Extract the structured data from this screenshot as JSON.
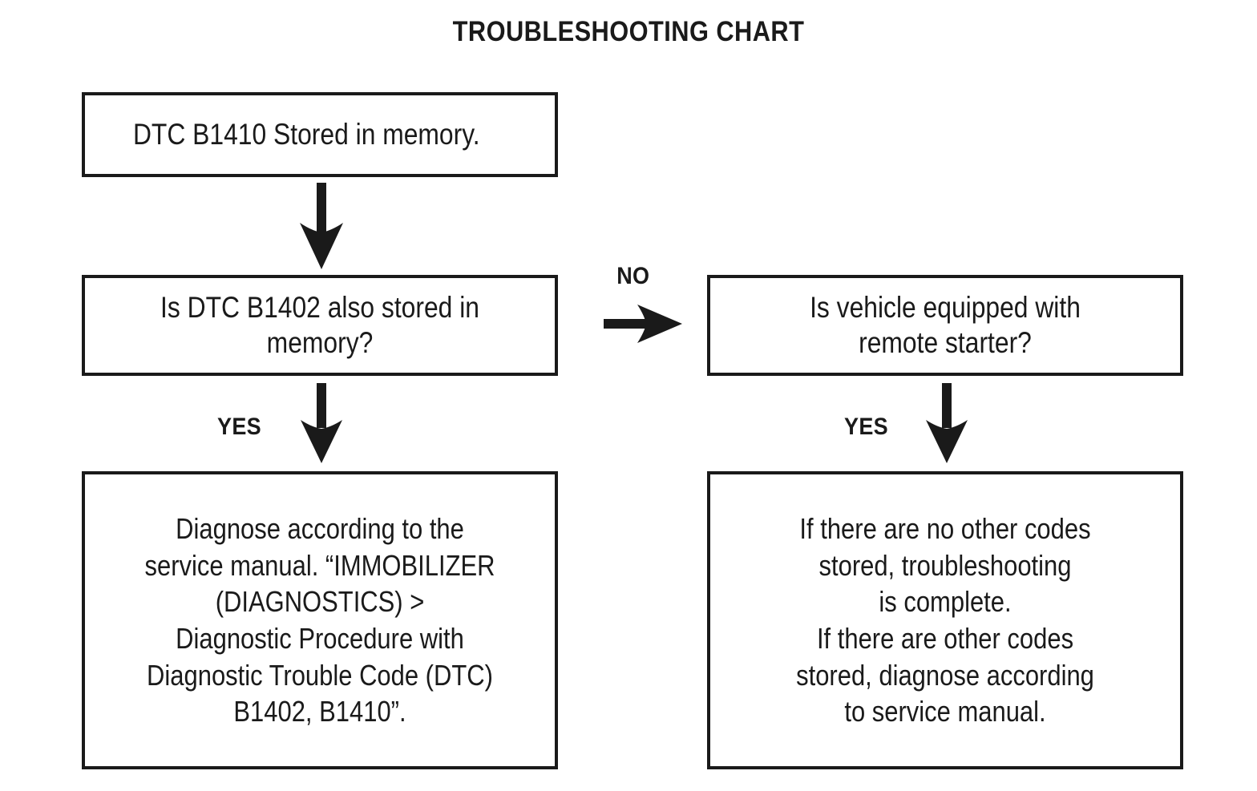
{
  "chart_data": {
    "type": "diagram",
    "diagram_kind": "flowchart",
    "title": "TROUBLESHOOTING CHART",
    "orientation": "two-column, top-to-bottom",
    "nodes": [
      {
        "id": "start",
        "shape": "rectangle",
        "align": "left",
        "text": "DTC B1410 Stored in memory."
      },
      {
        "id": "q1",
        "shape": "rectangle",
        "align": "center",
        "text": "Is DTC B1402 also stored in\nmemory?"
      },
      {
        "id": "q2",
        "shape": "rectangle",
        "align": "center",
        "text": "Is vehicle equipped with\nremote starter?"
      },
      {
        "id": "result-left",
        "shape": "rectangle",
        "align": "center",
        "text": "Diagnose according to the\nservice manual.  “IMMOBILIZER\n(DIAGNOSTICS) >\nDiagnostic Procedure with\nDiagnostic Trouble Code (DTC)\nB1402, B1410”."
      },
      {
        "id": "result-right",
        "shape": "rectangle",
        "align": "center",
        "text": "If there are no other codes\nstored, troubleshooting\nis complete.\nIf there are other codes\nstored, diagnose according\nto service manual."
      }
    ],
    "edges": [
      {
        "id": "start-q1",
        "from": "start",
        "to": "q1",
        "direction": "down",
        "label": ""
      },
      {
        "id": "q1-q2",
        "from": "q1",
        "to": "q2",
        "direction": "right",
        "label": "NO"
      },
      {
        "id": "q1-left",
        "from": "q1",
        "to": "result-left",
        "direction": "down",
        "label": "YES"
      },
      {
        "id": "q2-right",
        "from": "q2",
        "to": "result-right",
        "direction": "down",
        "label": "YES"
      }
    ],
    "colors": {
      "ink": "#1a1a1a",
      "background": "#ffffff"
    }
  },
  "title": "TROUBLESHOOTING CHART",
  "nodes": {
    "start": "DTC B1410 Stored in memory.",
    "q1": "Is DTC B1402 also stored in\nmemory?",
    "q2": "Is vehicle equipped with\nremote starter?",
    "result_left": "Diagnose according to the\nservice manual.  “IMMOBILIZER\n(DIAGNOSTICS) >\nDiagnostic Procedure with\nDiagnostic Trouble Code (DTC)\nB1402, B1410”.",
    "result_right": "If there are no other codes\nstored, troubleshooting\nis complete.\nIf there are other codes\nstored, diagnose according\nto service manual."
  },
  "labels": {
    "no": "NO",
    "yes_left": "YES",
    "yes_right": "YES"
  }
}
